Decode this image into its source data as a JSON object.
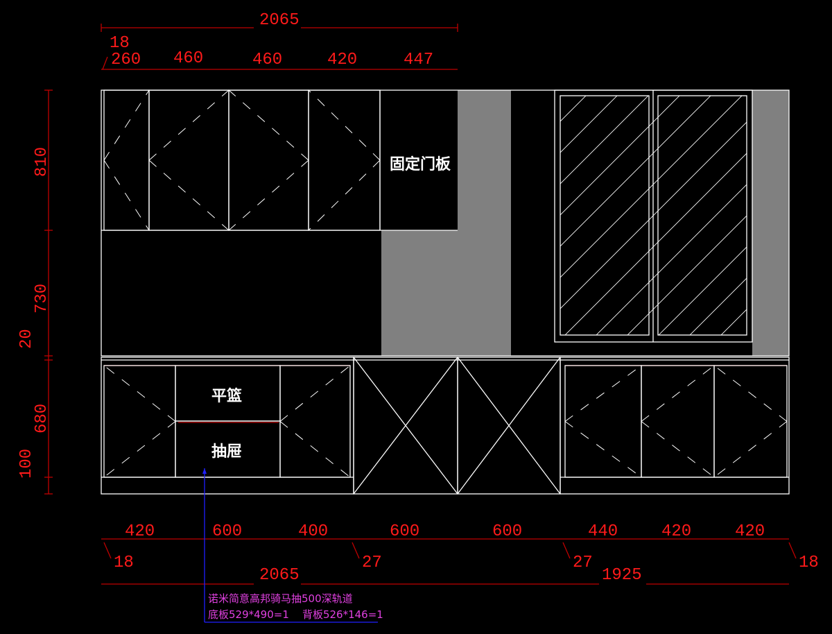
{
  "colors": {
    "background": "#000000",
    "dimension": "#ff1a1a",
    "outline": "#ffffff",
    "panel": "#808080",
    "leader": "#2020ff",
    "note": "#e040e0"
  },
  "top_dims": {
    "overall": "2065",
    "offset": "18",
    "segments": [
      "260",
      "460",
      "460",
      "420",
      "447"
    ]
  },
  "left_dims": [
    "810",
    "730",
    "20",
    "680",
    "100"
  ],
  "bottom_dims": {
    "segments": [
      "420",
      "600",
      "400",
      "600",
      "600",
      "440",
      "420",
      "420"
    ],
    "offsets": [
      "18",
      "27",
      "27",
      "18"
    ],
    "overall_left": "2065",
    "overall_right": "1925"
  },
  "labels": {
    "fixed_door_panel": "固定门板",
    "flat_basket": "平篮",
    "drawer": "抽屉"
  },
  "note": {
    "line1": "诺米简意高邦骑马抽500深轨道",
    "line2": "底板529*490=1    背板526*146=1"
  }
}
